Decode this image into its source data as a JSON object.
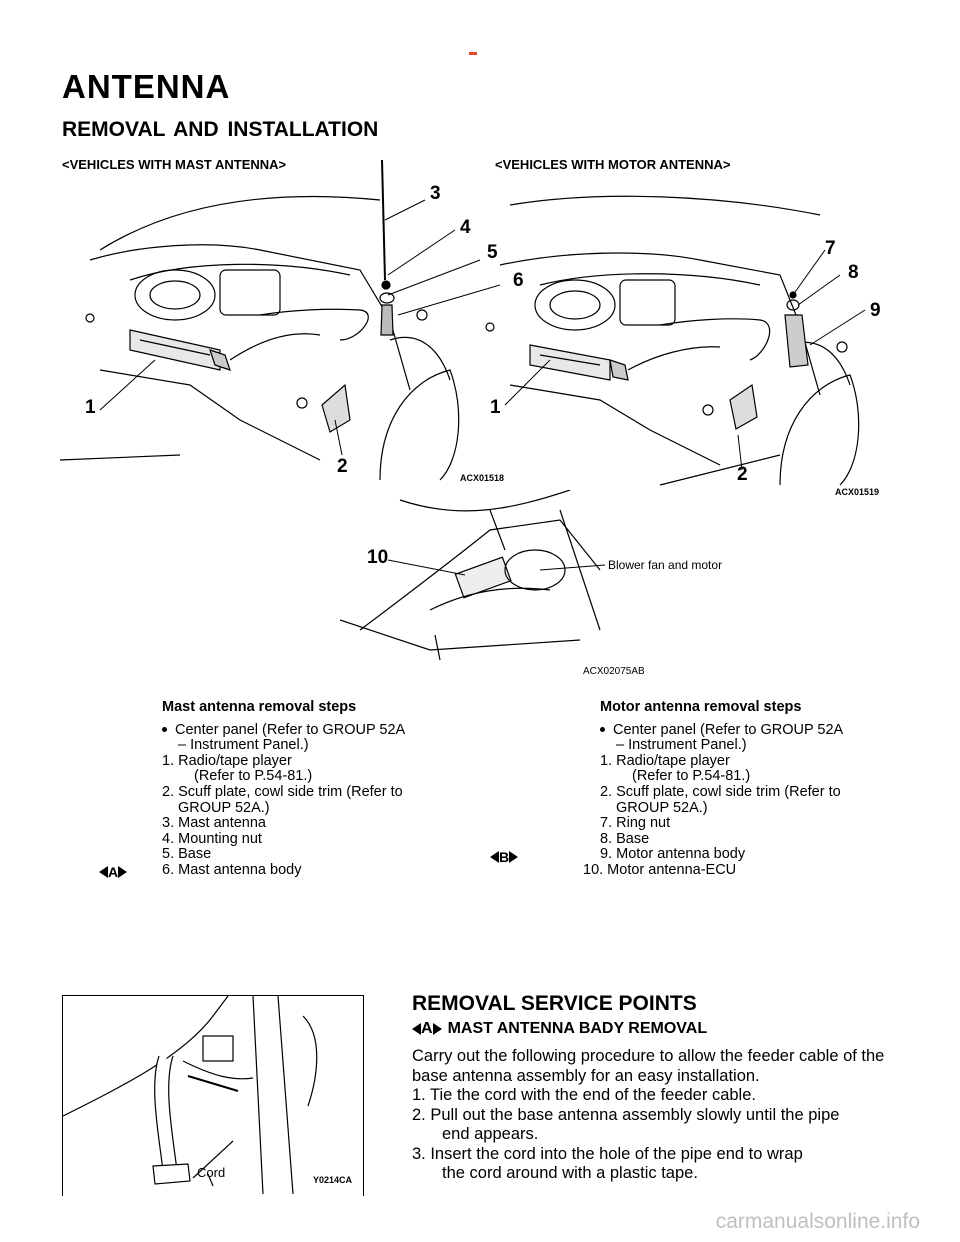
{
  "page": {
    "title": "ANTENNA",
    "subtitle": "REMOVAL AND INSTALLATION"
  },
  "figures": {
    "mast": {
      "caption": "<VEHICLES WITH MAST ANTENNA>",
      "code": "ACX01518",
      "callouts": [
        "1",
        "2",
        "3",
        "4",
        "5",
        "6"
      ]
    },
    "motor": {
      "caption": "<VEHICLES WITH MOTOR ANTENNA>",
      "code": "ACX01519",
      "callouts": [
        "1",
        "2",
        "7",
        "8",
        "9"
      ]
    },
    "ecu": {
      "code": "ACX02075AB",
      "callout": "10",
      "label": "Blower fan and motor"
    },
    "cord": {
      "code": "Y0214CA",
      "label": "Cord"
    }
  },
  "mast_steps": {
    "title": "Mast antenna removal steps",
    "items": [
      "Center panel (Refer to GROUP  52A",
      "–  Instrument  Panel.)",
      "1. Radio/tape player",
      "(Refer to P.54-81.)",
      "2. Scuff plate, cowl side trim (Refer to",
      "GROUP 52A.)",
      "3. Mast antenna",
      "4. Mounting nut",
      "5. Base",
      "6. Mast antenna body"
    ],
    "marker": "A"
  },
  "motor_steps": {
    "title": "Motor antenna removal steps",
    "items": [
      "Center panel (Refer to GROUP  52A",
      "–  Instrument  Panel.)",
      "1. Radio/tape player",
      "(Refer to P.54-81.)",
      "2. Scuff plate, cowl side trim (Refer to",
      "GROUP 52A.)",
      "7. Ring nut",
      "8. Base",
      "9. Motor antenna body",
      "10. Motor antenna-ECU"
    ],
    "marker": "B"
  },
  "service": {
    "heading": "REMOVAL SERVICE POINTS",
    "marker": "A",
    "subheading": "MAST ANTENNA BADY REMOVAL",
    "intro": "Carry out the following procedure to allow the feeder cable of the base antenna assembly for an easy installation.",
    "step1": "1.  Tie the cord with the end of the feeder cable.",
    "step2a": "2.  Pull out the base antenna assembly slowly until the pipe",
    "step2b": "end appears.",
    "step3a": "3.  Insert the cord into the hole of the pipe end to wrap",
    "step3b": "the cord around with a plastic tape."
  },
  "watermark": "carmanualsonline.info"
}
